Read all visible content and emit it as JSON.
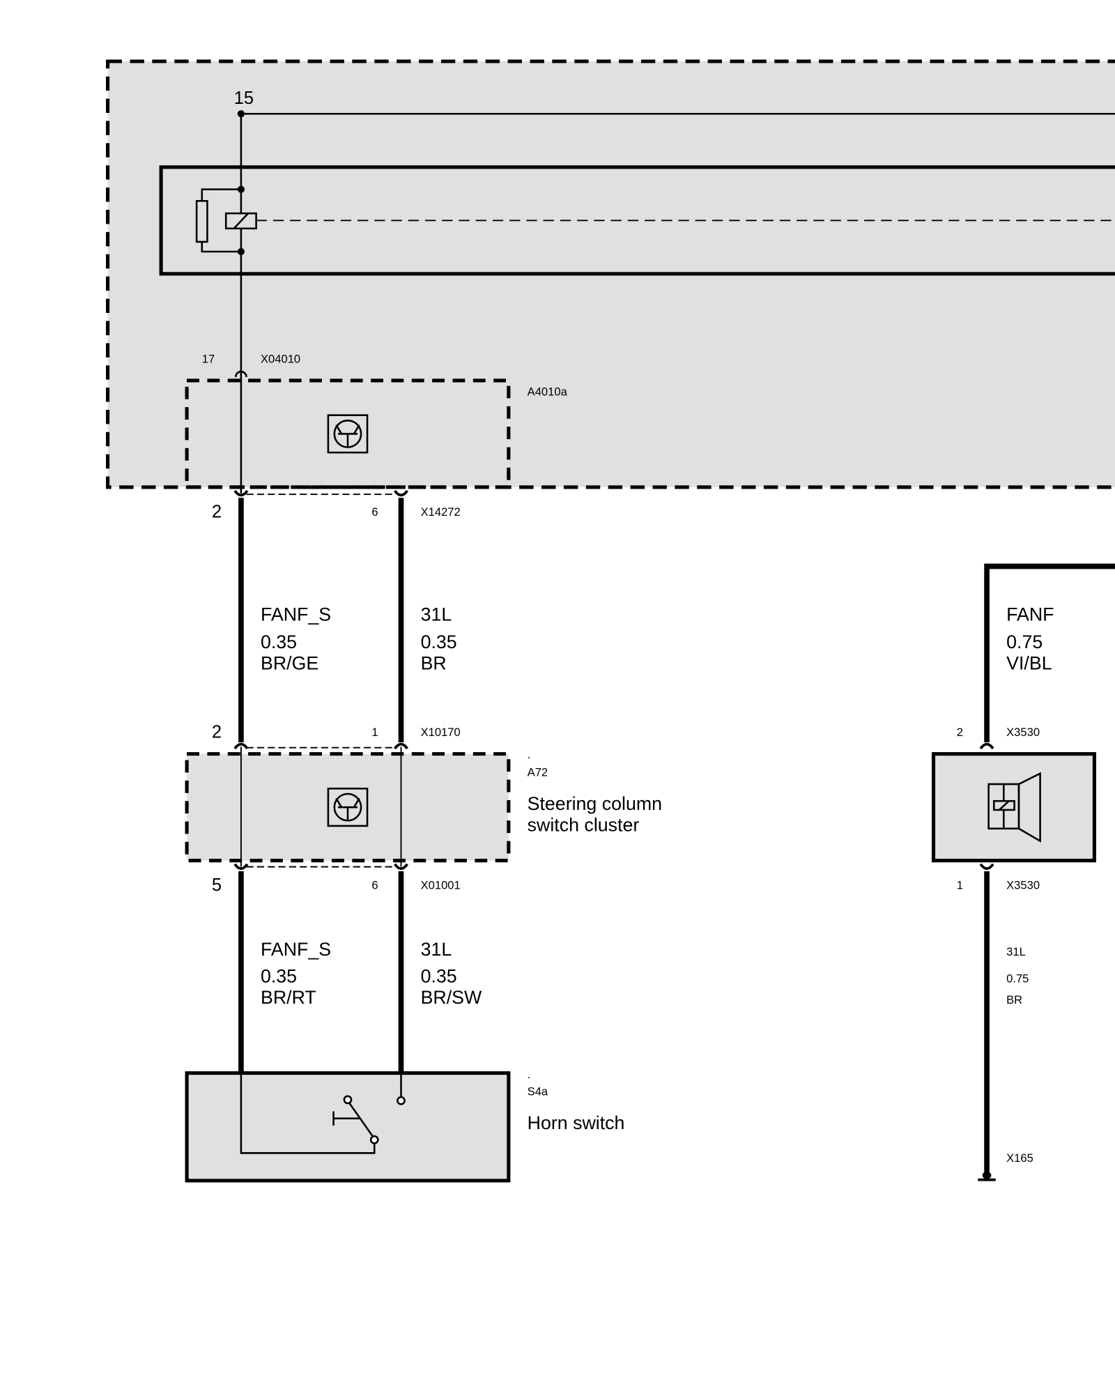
{
  "colors": {
    "module_fill": "#e0e0e0",
    "line": "#000000",
    "background": "#ffffff"
  },
  "top_module": {
    "terminal": "15",
    "pin": "17",
    "connector": "X04010",
    "component": "A4010a"
  },
  "wire_upper": [
    {
      "pin": "2",
      "signal": "FANF_S",
      "size": "0.35",
      "color": "BR/GE"
    },
    {
      "pin": "6",
      "signal": "31L",
      "size": "0.35",
      "color": "BR",
      "connector": "X14272"
    }
  ],
  "a72": {
    "pin_left": "2",
    "pin_right": "1",
    "connector": "X10170",
    "dot": ".",
    "id": "A72",
    "name_line1": "Steering column",
    "name_line2": "switch cluster"
  },
  "wire_lower": [
    {
      "pin": "5",
      "signal": "FANF_S",
      "size": "0.35",
      "color": "BR/RT"
    },
    {
      "pin": "6",
      "signal": "31L",
      "size": "0.35",
      "color": "BR/SW",
      "connector": "X01001"
    }
  ],
  "horn_switch": {
    "dot": ".",
    "id": "S4a",
    "name": "Horn switch"
  },
  "horn": {
    "wire_in": {
      "signal": "FANF",
      "size": "0.75",
      "color": "VI/BL"
    },
    "pin_top": "2",
    "connector_top": "X3530",
    "pin_bottom": "1",
    "connector_bottom": "X3530",
    "wire_out": {
      "signal": "31L",
      "size": "0.75",
      "color": "BR"
    },
    "ground": "X165"
  }
}
